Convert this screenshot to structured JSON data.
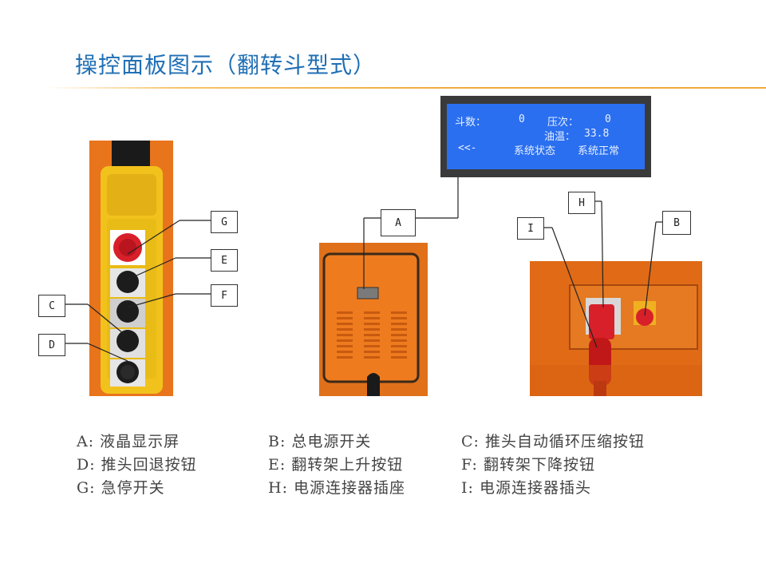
{
  "slide": {
    "title": "操控面板图示（翻转斗型式）"
  },
  "lcd": {
    "line1_label1": "斗数：",
    "line1_value1": "0",
    "line1_label2": "压次：",
    "line1_value2": "0",
    "line2_label": "油温：",
    "line2_value": "33.8",
    "line3_back": "<<-",
    "line3_label": "系统状态",
    "line3_status": "系统正常"
  },
  "callouts": {
    "g": "G",
    "e": "E",
    "f": "F",
    "c": "C",
    "d": "D",
    "a": "A",
    "h": "H",
    "i": "I",
    "b": "B"
  },
  "legend": {
    "rows": [
      [
        "A: 液晶显示屏",
        "B: 总电源开关",
        "C: 推头自动循环压缩按钮"
      ],
      [
        "D: 推头回退按钮",
        "E: 翻转架上升按钮",
        "F: 翻转架下降按钮"
      ],
      [
        "G: 急停开关",
        "H: 电源连接器插座",
        "I: 电源连接器插头"
      ]
    ]
  },
  "colors": {
    "title": "#1f6fb5",
    "rule": "#f0a93a",
    "orange_panel": "#e8741c",
    "pendant_yellow": "#f2c21c",
    "lcd_blue": "#2a6ff0",
    "estop_red": "#d8202a"
  }
}
